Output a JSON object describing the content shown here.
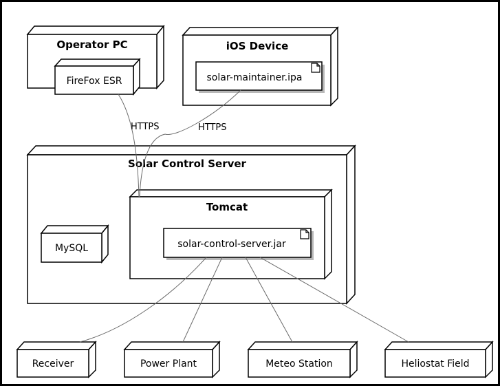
{
  "nodes": {
    "operator_pc": "Operator PC",
    "firefox": "FireFox ESR",
    "ios_device": "iOS Device",
    "solar_maintainer": "solar-maintainer.ipa",
    "solar_control_server": "Solar Control Server",
    "tomcat": "Tomcat",
    "mysql": "MySQL",
    "solar_control_jar": "solar-control-server.jar",
    "receiver": "Receiver",
    "power_plant": "Power Plant",
    "meteo_station": "Meteo Station",
    "heliostat_field": "Heliostat Field"
  },
  "edges": {
    "firefox_https": "HTTPS",
    "ios_https": "HTTPS"
  }
}
